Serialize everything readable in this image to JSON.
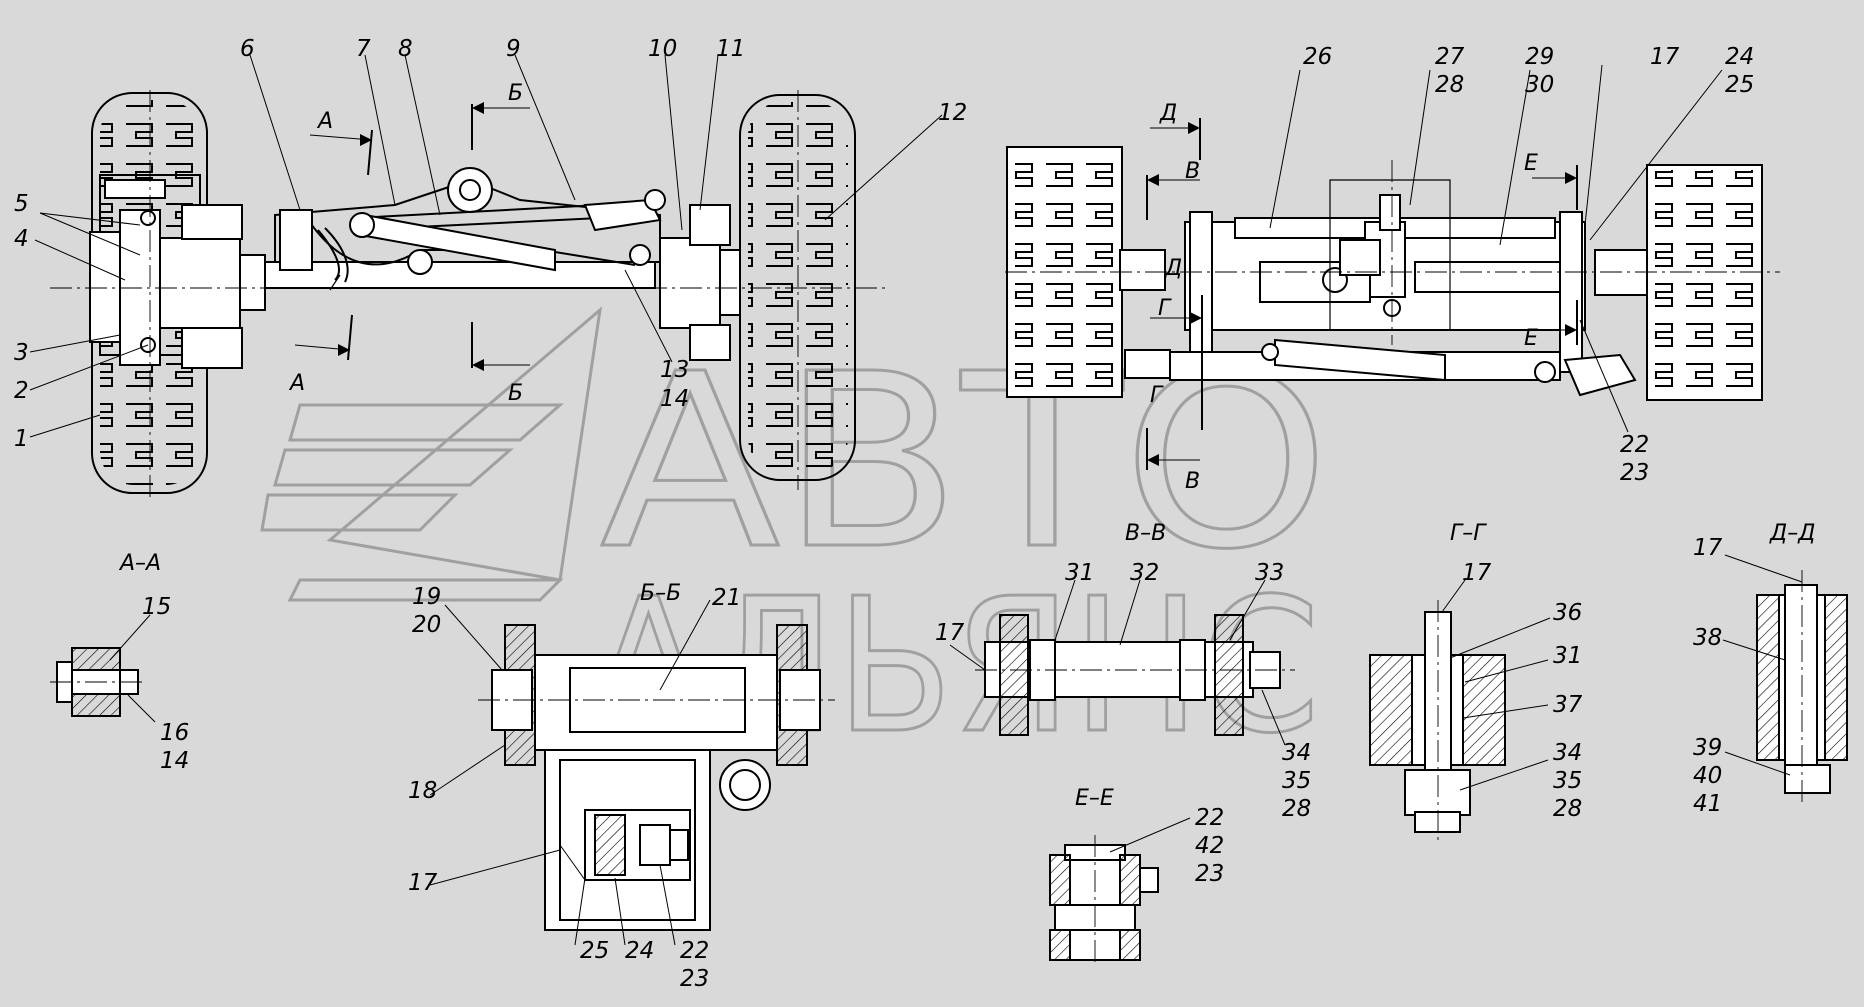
{
  "watermark": {
    "line1": "АВТО",
    "line2": "АЛЬЯНС"
  },
  "section_markers": {
    "A": "А",
    "B": "Б",
    "V": "В",
    "G": "Г",
    "D": "Д",
    "E": "Е"
  },
  "section_titles": {
    "AA": "А–А",
    "BB": "Б–Б",
    "VV": "В–В",
    "GG": "Г–Г",
    "DD": "Д–Д",
    "EE": "Е–Е"
  },
  "callouts": {
    "c1": "1",
    "c2": "2",
    "c3": "3",
    "c4": "4",
    "c5": "5",
    "c6": "6",
    "c7": "7",
    "c8": "8",
    "c9": "9",
    "c10": "10",
    "c11": "11",
    "c12": "12",
    "c13": "13",
    "c14": "14",
    "c15": "15",
    "c16": "16",
    "c17": "17",
    "c18": "18",
    "c19": "19",
    "c20": "20",
    "c21": "21",
    "c22": "22",
    "c23": "23",
    "c24": "24",
    "c25": "25",
    "c26": "26",
    "c27": "27",
    "c28": "28",
    "c29": "29",
    "c30": "30",
    "c31": "31",
    "c32": "32",
    "c33": "33",
    "c34": "34",
    "c35": "35",
    "c36": "36",
    "c37": "37",
    "c38": "38",
    "c39": "39",
    "c40": "40",
    "c41": "41",
    "c42": "42"
  }
}
